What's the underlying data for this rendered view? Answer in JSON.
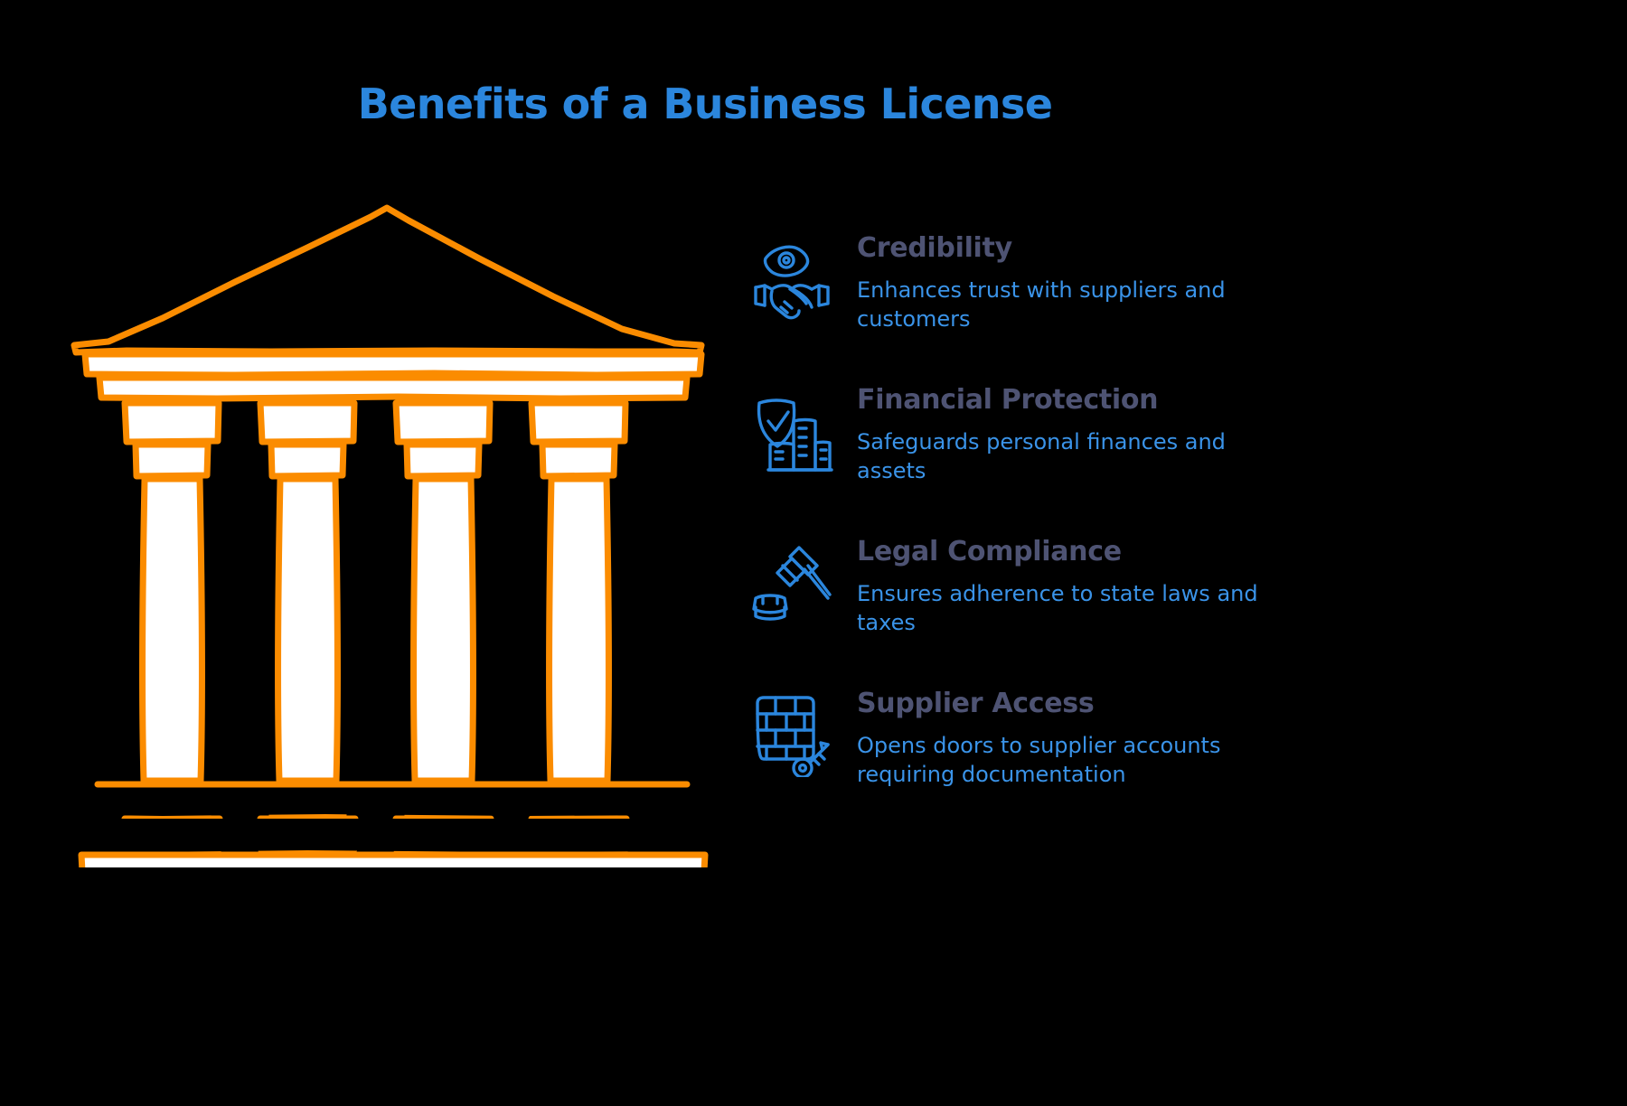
{
  "page": {
    "background_color": "#000000",
    "title": "Benefits of a Business License",
    "title_color": "#2b86dd",
    "heading_color": "#4e5373",
    "body_color": "#3a93e8",
    "accent_color": "#fb8c00"
  },
  "illustration": {
    "name": "classical-temple-pillars",
    "stroke_color": "#fb8c00",
    "fill_color": "#ffffff",
    "column_count": 4
  },
  "benefits": [
    {
      "icon": "eye-handshake-icon",
      "title": "Credibility",
      "description": "Enhances trust with suppliers and customers"
    },
    {
      "icon": "shield-check-building-icon",
      "title": "Financial Protection",
      "description": "Safeguards personal finances and assets"
    },
    {
      "icon": "gavel-icon",
      "title": "Legal Compliance",
      "description": "Ensures adherence to state laws and taxes"
    },
    {
      "icon": "brick-wall-key-icon",
      "title": "Supplier Access",
      "description": "Opens doors to supplier accounts requiring documentation"
    }
  ]
}
